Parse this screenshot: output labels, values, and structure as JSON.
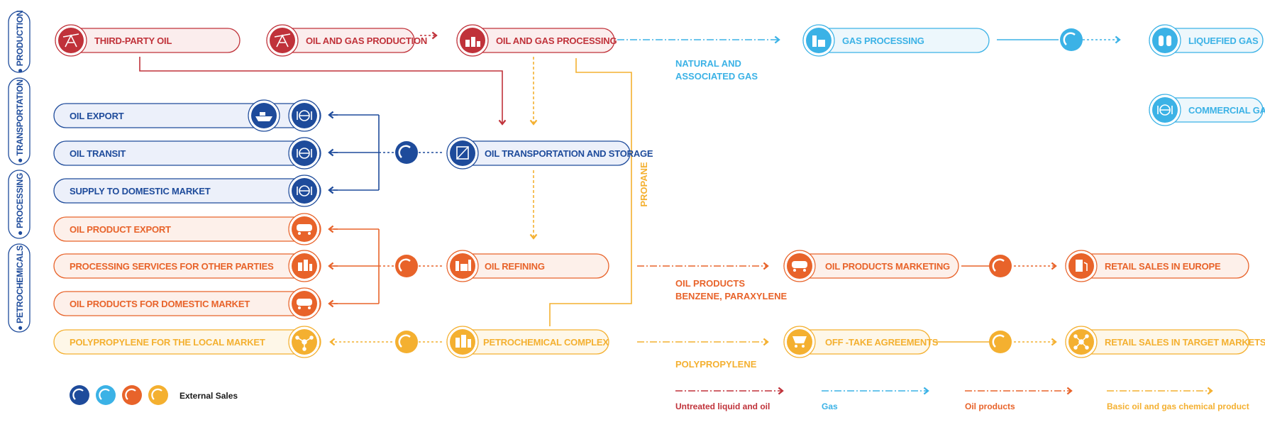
{
  "colors": {
    "red": "#C0323A",
    "red_fill": "#FBEDED",
    "blue": "#1E4B9B",
    "blue_fill": "#ECF0FA",
    "cyan": "#3BB2E6",
    "cyan_fill": "#EDF7FC",
    "orange": "#E8632A",
    "orange_fill": "#FDF0EA",
    "yellow": "#F4B030",
    "yellow_fill": "#FEF7E8",
    "dark": "#1a1a1a"
  },
  "sections": {
    "production": "● PRODUCTION",
    "transportation": "● TRANSPORTATION",
    "processing": "● PROCESSING",
    "petrochemicals": "● PETROCHEMICALS"
  },
  "nodes": {
    "third_party_oil": "THIRD-PARTY OIL",
    "oil_gas_production": "OIL AND GAS PRODUCTION",
    "oil_gas_processing": "OIL AND GAS PROCESSING",
    "gas_processing": "GAS PROCESSING",
    "liquefied_gas": "LIQUEFIED GAS",
    "commercial_gas": "COMMERCIAL GAS",
    "oil_export": "OIL EXPORT",
    "oil_transit": "OIL TRANSIT",
    "supply_domestic": "SUPPLY TO DOMESTIC MARKET",
    "oil_transport_storage": "OIL TRANSPORTATION AND STORAGE",
    "oil_product_export": "OIL PRODUCT EXPORT",
    "processing_services": "PROCESSING SERVICES FOR OTHER PARTIES",
    "oil_products_domestic": "OIL PRODUCTS FOR DOMESTIC MARKET",
    "oil_refining": "OIL REFINING",
    "oil_products_marketing": "OIL PRODUCTS MARKETING",
    "retail_europe": "RETAIL SALES IN EUROPE",
    "polypropylene_local": "POLYPROPYLENE FOR THE LOCAL MARKET",
    "petrochemical_complex": "PETROCHEMICAL COMPLEX",
    "offtake": "OFF -TAKE AGREEMENTS",
    "retail_target": "RETAIL SALES IN TARGET MARKETS"
  },
  "annotations": {
    "natural_gas_1": "NATURAL AND",
    "natural_gas_2": "ASSOCIATED GAS",
    "propane": "PROPANE",
    "oil_products_1": "OIL PRODUCTS",
    "oil_products_2": "BENZENE, PARAXYLENE",
    "polypropylene": "POLYPROPYLENE"
  },
  "legend": {
    "external_sales": "External Sales",
    "untreated": "Untreated liquid and oil",
    "gas": "Gas",
    "oil_products": "Oil products",
    "basic_chem": "Basic oil and gas chemical product"
  }
}
